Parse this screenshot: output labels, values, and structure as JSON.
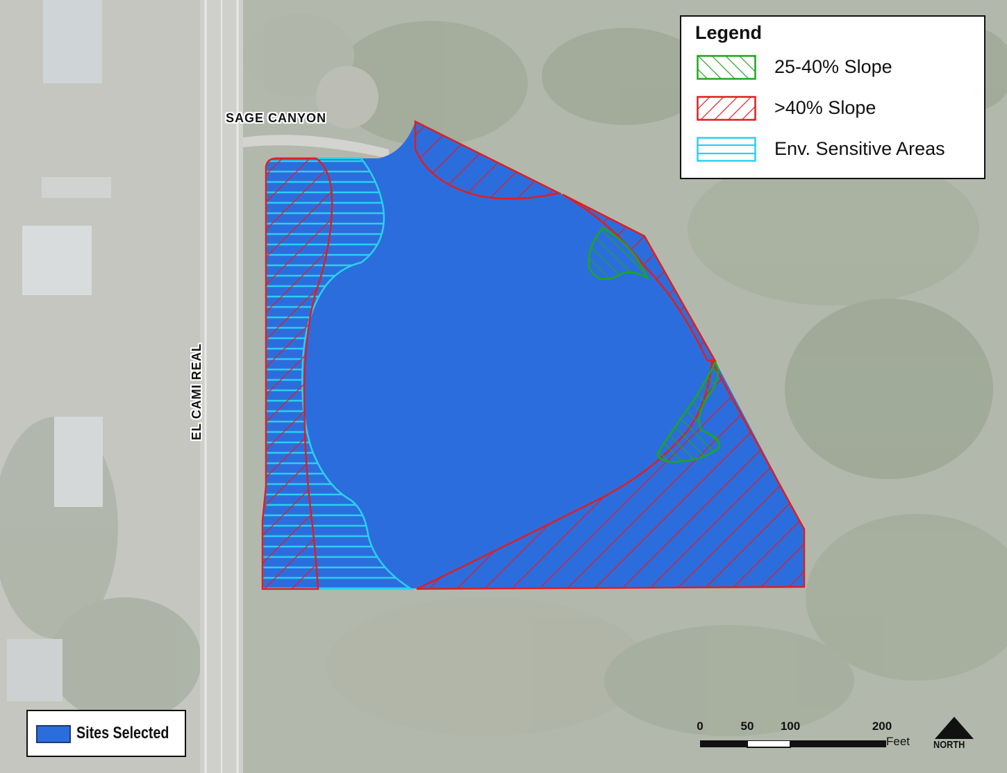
{
  "roads": {
    "sage_canyon": "SAGE CANYON",
    "el_camino_real": "EL CAMI REAL"
  },
  "legend": {
    "title": "Legend",
    "items": [
      {
        "label": "25-40% Slope",
        "color": "#1ba81b",
        "pattern": "diagonal-backslash"
      },
      {
        "label": ">40% Slope",
        "color": "#e01e1e",
        "pattern": "diagonal-slash"
      },
      {
        "label": "Env. Sensitive Areas",
        "color": "#2ad0f0",
        "pattern": "horizontal"
      }
    ]
  },
  "sites_selected": {
    "label": "Sites Selected",
    "color": "#2c6ddd"
  },
  "scale": {
    "ticks": [
      "0",
      "50",
      "100",
      "200"
    ],
    "unit": "Feet"
  },
  "north": {
    "label": "NORTH"
  },
  "colors": {
    "site_fill": "#2c6ddd",
    "slope_25_40": "#1ba81b",
    "slope_over_40": "#e01e1e",
    "env_sensitive": "#2ad0f0"
  }
}
